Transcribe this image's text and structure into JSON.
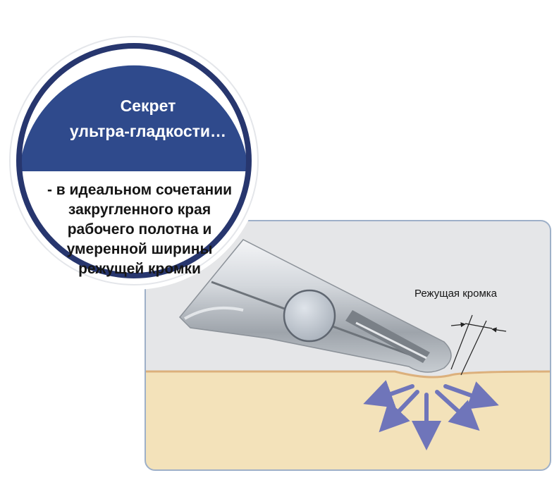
{
  "callout": {
    "title_line1": "Секрет",
    "title_line2": "ультра-гладкости…",
    "body": "- в идеальном сочетании\nзакругленного края\nрабочего полотна и\nумеренной ширины\nрежущей кромки"
  },
  "diagram": {
    "edge_label": "Режущая кромка"
  },
  "colors": {
    "circle_header": "#2f4a8c",
    "circle_border": "#27366e",
    "panel_bg": "#e5e6e8",
    "panel_border": "#9eb0c8",
    "skin": "#f3e2ba",
    "skin_line": "#dcb07c",
    "arrows": "#6f75ba"
  },
  "icons": [
    "blade-tool-icon",
    "pressure-arrow-icon"
  ]
}
